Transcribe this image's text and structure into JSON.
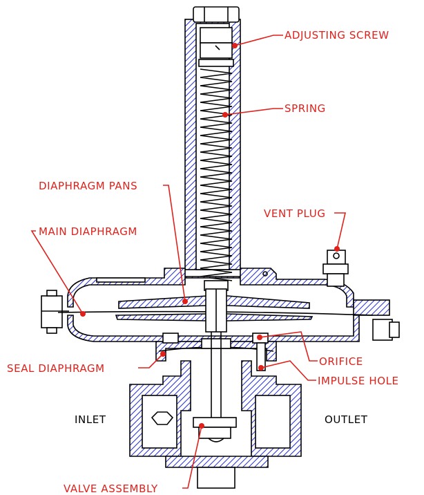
{
  "labels": {
    "adjusting_screw": "ADJUSTING SCREW",
    "spring": "SPRING",
    "diaphragm_pans": "DIAPHRAGM PANS",
    "vent_plug": "VENT PLUG",
    "main_diaphragm": "MAIN DIAPHRAGM",
    "seal_diaphragm": "SEAL DIAPHRAGM",
    "orifice": "ORIFICE",
    "impulse_hole": "IMPULSE HOLE",
    "inlet": "INLET",
    "outlet": "OUTLET",
    "valve_assembly": "VALVE ASSEMBLY"
  },
  "colors": {
    "label": "#e0201a",
    "hatch": "#1f2bd6",
    "outline": "#000000"
  }
}
